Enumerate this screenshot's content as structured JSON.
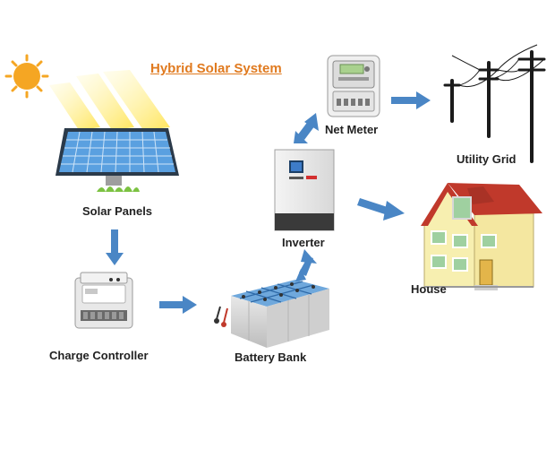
{
  "diagram": {
    "title": "Hybrid Solar System",
    "nodes": {
      "solar_panels": "Solar Panels",
      "charge_controller": "Charge Controller",
      "battery_bank": "Battery Bank",
      "inverter": "Inverter",
      "net_meter": "Net Meter",
      "utility_grid": "Utility Grid",
      "house": "House"
    },
    "flows": [
      {
        "from": "Solar Panels",
        "to": "Charge Controller"
      },
      {
        "from": "Charge Controller",
        "to": "Battery Bank"
      },
      {
        "from": "Battery Bank",
        "to": "Inverter"
      },
      {
        "from": "Inverter",
        "to": "Net Meter"
      },
      {
        "from": "Net Meter",
        "to": "Utility Grid"
      },
      {
        "from": "Inverter",
        "to": "House"
      }
    ]
  },
  "colors": {
    "title": "#e07a1f",
    "arrow": "#4a86c5",
    "sun": "#f5a623",
    "panel": "#5aa0e0",
    "house_wall": "#f7efb0",
    "house_roof": "#c0392b"
  }
}
